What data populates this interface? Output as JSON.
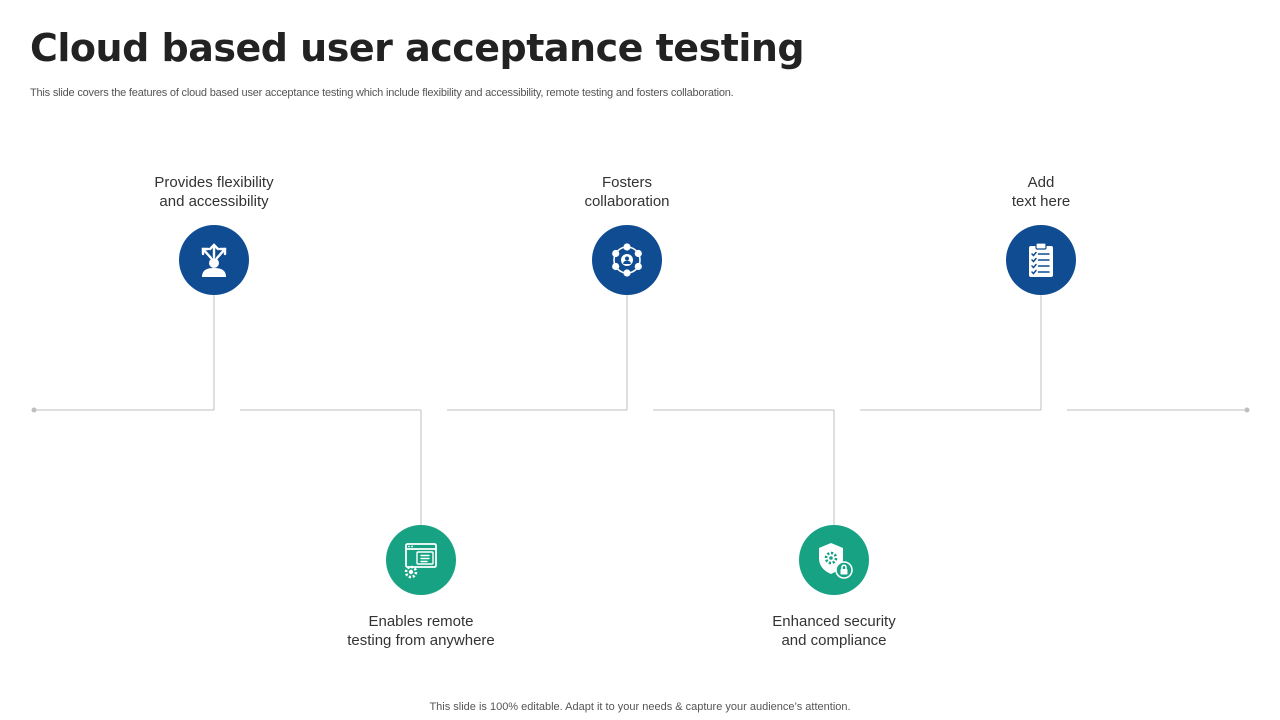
{
  "slide": {
    "title": "Cloud based user acceptance testing",
    "subtitle": "This slide covers the features of cloud based user acceptance testing which include flexibility and accessibility, remote testing and fosters collaboration.",
    "footer": "This slide is 100% editable. Adapt it to your needs & capture your audience’s attention."
  },
  "colors": {
    "top_nodes": "#0f4c92",
    "bottom_nodes": "#17a283",
    "lines": "#bfbfbf"
  },
  "items": [
    {
      "line1": "Provides flexibility",
      "line2": "and accessibility",
      "icon": "arrows-out-person-icon",
      "position": "top"
    },
    {
      "line1": "Enables remote",
      "line2": "testing from anywhere",
      "icon": "browser-code-gear-icon",
      "position": "bottom"
    },
    {
      "line1": "Fosters",
      "line2": "collaboration",
      "icon": "network-people-icon",
      "position": "top"
    },
    {
      "line1": "Enhanced security",
      "line2": "and compliance",
      "icon": "shield-gear-lock-icon",
      "position": "bottom"
    },
    {
      "line1": "Add",
      "line2": "text here",
      "icon": "clipboard-checklist-icon",
      "position": "top"
    }
  ]
}
